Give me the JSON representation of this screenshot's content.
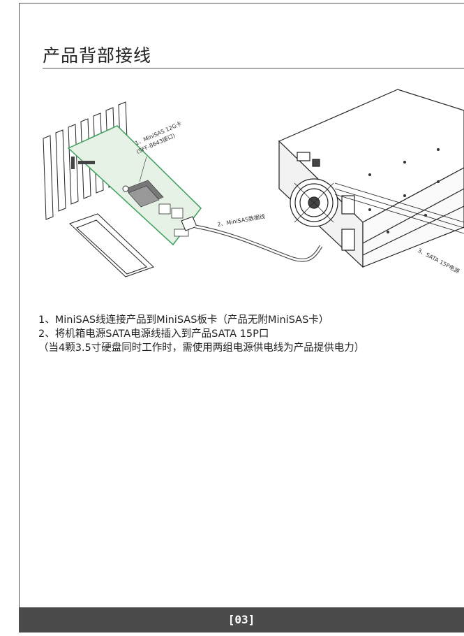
{
  "section": {
    "title": "产品背部接线"
  },
  "diagram": {
    "label1_line1": "1、MiniSAS 12G卡",
    "label1_line2": "(SFF-8643接口)",
    "label2": "2、MiniSAS数据线",
    "label3": "3、SATA 15P电源"
  },
  "notes": [
    "1、MiniSAS线连接产品到MiniSAS板卡（产品无附MiniSAS卡）",
    "2、将机箱电源SATA电源线插入到产品SATA 15P口",
    "（当4颗3.5寸硬盘同时工作时，需使用两组电源供电线为产品提供电力）"
  ],
  "footer": {
    "page": "[03]"
  }
}
